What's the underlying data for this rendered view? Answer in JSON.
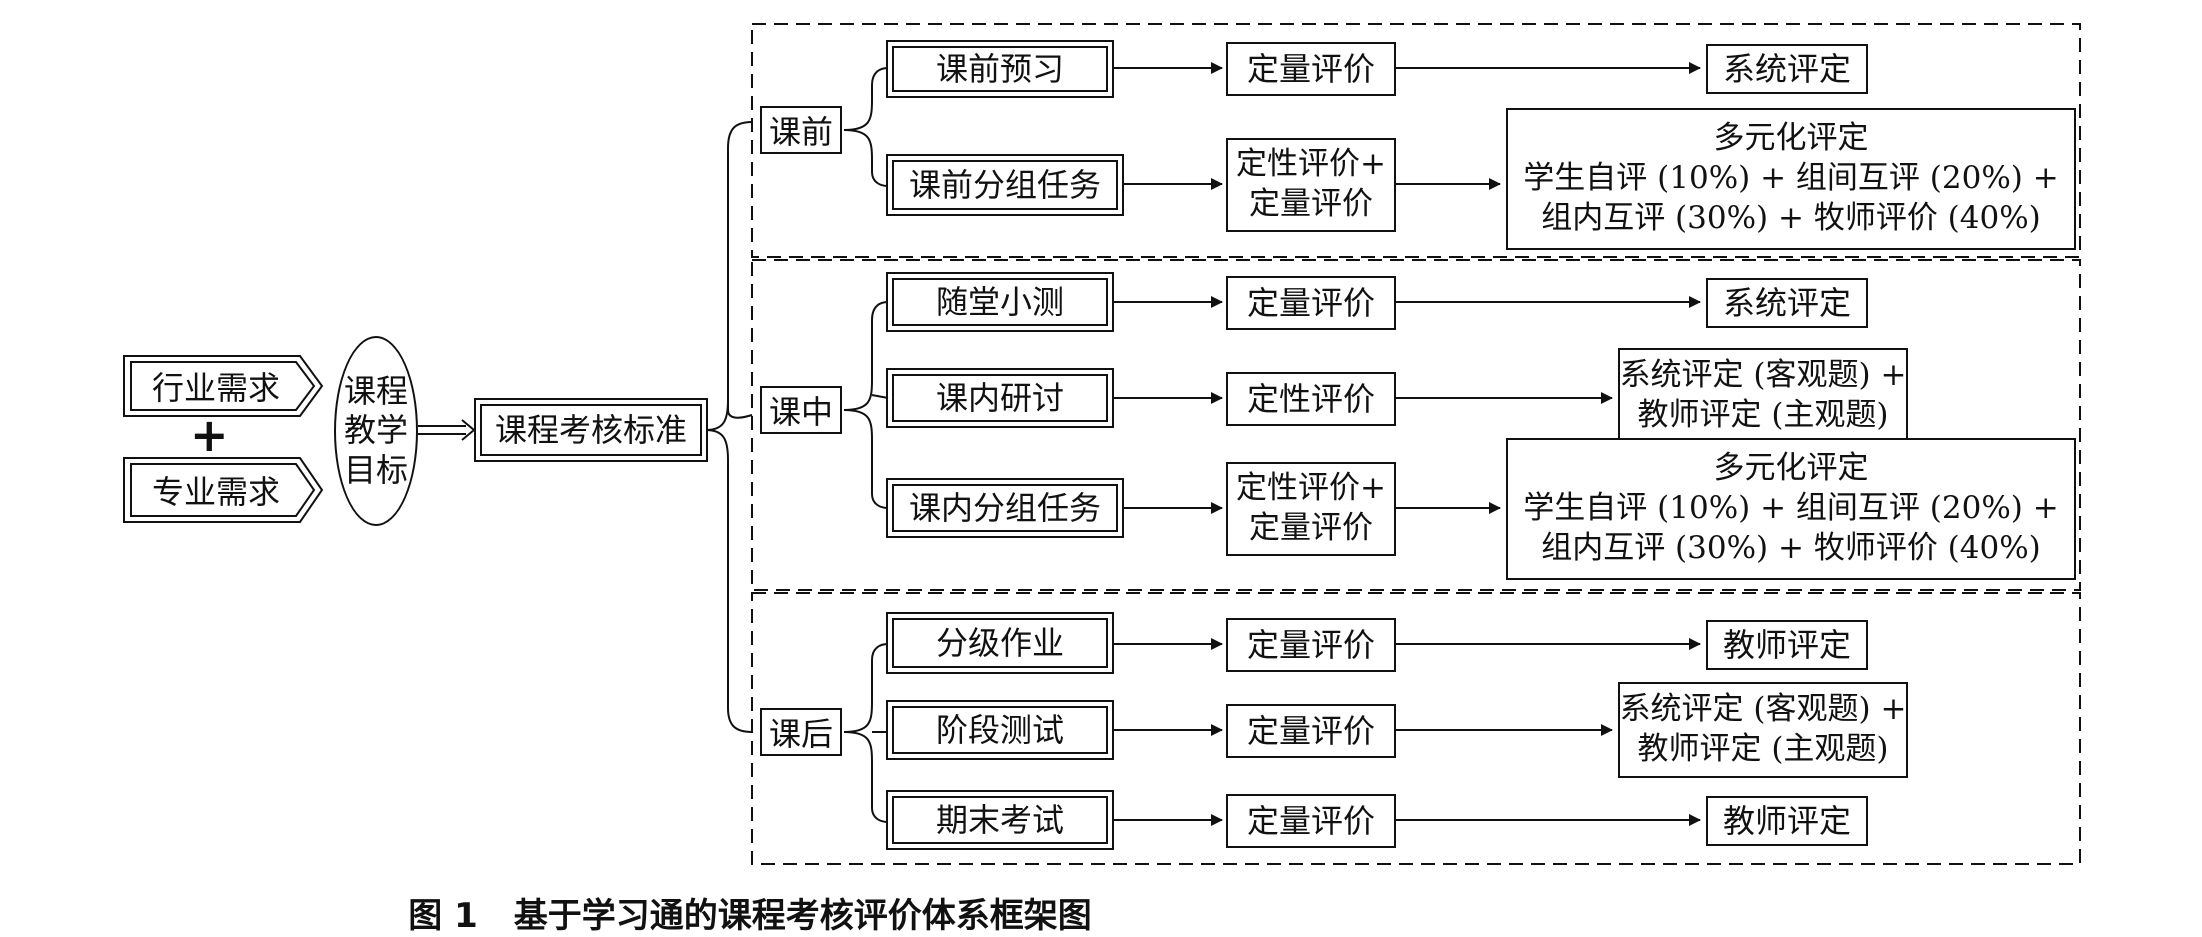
{
  "inputs": {
    "industry": "行业需求",
    "major": "专业需求",
    "plus": "+",
    "goal": "课程教学目标"
  },
  "standard": "课程考核标准",
  "stages": {
    "pre": {
      "label": "课前",
      "items": [
        {
          "task": "课前预习",
          "method": "定量评价",
          "result": "系统评定"
        },
        {
          "task": "课前分组任务",
          "method": "定性评价+ 定量评价",
          "method_lines": [
            "定性评价+",
            "定量评价"
          ],
          "result_lines": [
            "多元化评定",
            "学生自评 (10%) + 组间互评 (20%) +",
            "组内互评 (30%) + 牧师评价 (40%)"
          ]
        }
      ]
    },
    "mid": {
      "label": "课中",
      "items": [
        {
          "task": "随堂小测",
          "method": "定量评价",
          "result": "系统评定"
        },
        {
          "task": "课内研讨",
          "method": "定性评价",
          "result_lines": [
            "系统评定 (客观题) +",
            "教师评定 (主观题)"
          ]
        },
        {
          "task": "课内分组任务",
          "method_lines": [
            "定性评价+",
            "定量评价"
          ],
          "result_lines": [
            "多元化评定",
            "学生自评 (10%) + 组间互评 (20%) +",
            "组内互评 (30%) + 牧师评价 (40%)"
          ]
        }
      ]
    },
    "post": {
      "label": "课后",
      "items": [
        {
          "task": "分级作业",
          "method": "定量评价",
          "result": "教师评定"
        },
        {
          "task": "阶段测试",
          "method": "定量评价",
          "result_lines": [
            "系统评定 (客观题) +",
            "教师评定 (主观题)"
          ]
        },
        {
          "task": "期末考试",
          "method": "定量评价",
          "result": "教师评定"
        }
      ]
    }
  },
  "caption": {
    "number": "图 1",
    "text": "基于学习通的课程考核评价体系框架图"
  }
}
